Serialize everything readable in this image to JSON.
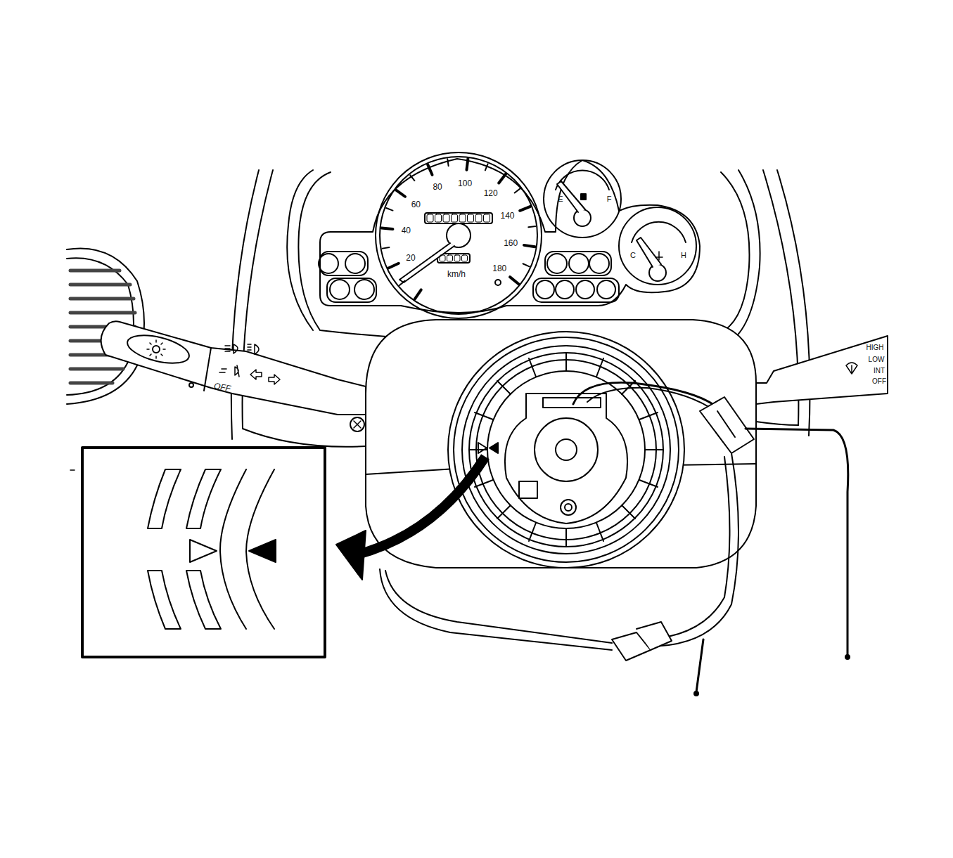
{
  "diagram": {
    "labels": [
      "20",
      "40",
      "60",
      "80",
      "100",
      "120",
      "140",
      "160",
      "180",
      "km/h",
      "E",
      "F",
      "C",
      "H",
      "OFF",
      "HIGH",
      "LOW",
      "INT",
      "OFF"
    ]
  }
}
